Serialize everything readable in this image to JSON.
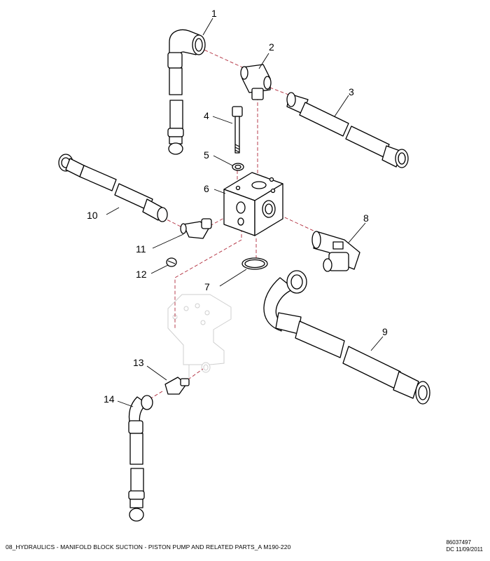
{
  "diagram": {
    "callouts": [
      "1",
      "2",
      "3",
      "4",
      "5",
      "6",
      "7",
      "8",
      "9",
      "10",
      "11",
      "12",
      "13",
      "14"
    ]
  },
  "footer": {
    "caption": "08_HYDRAULICS - MANIFOLD BLOCK SUCTION - PISTON PUMP AND RELATED PARTS_A M190-220",
    "doc_number": "86037497",
    "date_code": "DC 11/09/2011"
  },
  "colors": {
    "line": "#000000",
    "flow_line": "#b02a3a",
    "ghost": "#cfcfcf"
  }
}
